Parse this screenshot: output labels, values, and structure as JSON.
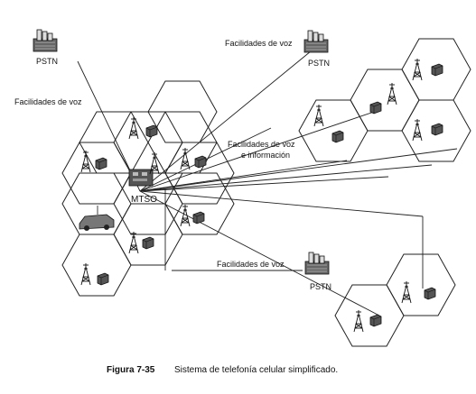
{
  "labels": {
    "pstn_top_left": "PSTN",
    "pstn_top_right": "PSTN",
    "pstn_bottom": "PSTN",
    "voice_left": "Facilidades de voz",
    "voice_top": "Facilidades de voz",
    "voice_data_line1": "Facilidades de voz",
    "voice_data_line2": "e información",
    "voice_bottom": "Facilidades de voz",
    "mtso": "MTSO"
  },
  "caption": {
    "figure": "Figura 7-35",
    "text": "Sistema de telefonía celular simplificado."
  },
  "icons": [
    "cell-tower-icon",
    "base-station-icon",
    "pstn-building-icon",
    "car-icon",
    "mtso-switch-icon"
  ]
}
